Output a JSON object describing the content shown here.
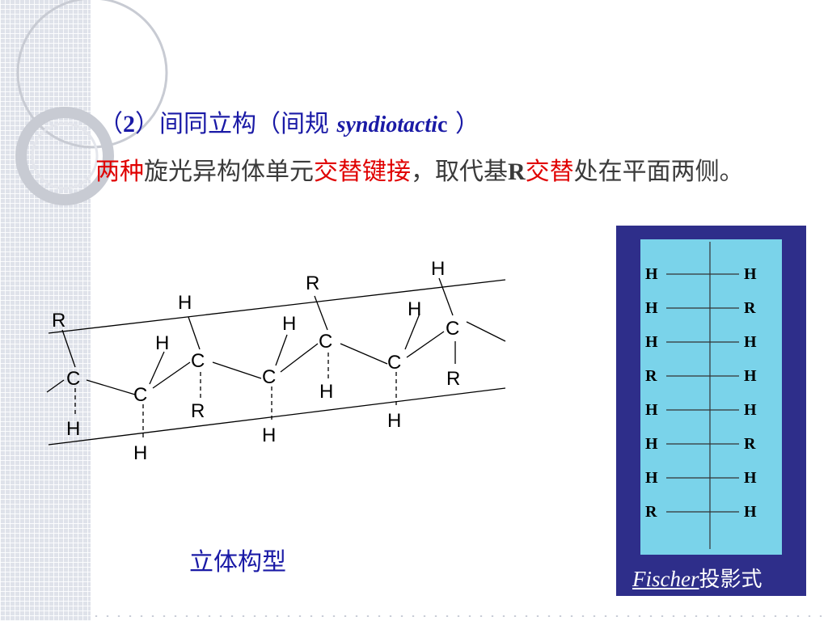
{
  "heading": {
    "prefix": "（",
    "number": "2",
    "title": "）间同立构（间规 ",
    "english_italic": "syndiotacti",
    "english_tail": "c",
    "suffix": " ）"
  },
  "description": {
    "p1_red": "两种",
    "p2": "旋光异构体单元",
    "p3_red": "交替键接",
    "p4": "，取代基",
    "p5_bold": "R",
    "p6_red": "交替",
    "p7": "处在平面两侧。"
  },
  "structure": {
    "atoms": [
      {
        "text": "R"
      },
      {
        "text": "C"
      },
      {
        "text": "H"
      },
      {
        "text": "H"
      },
      {
        "text": "C"
      },
      {
        "text": "H"
      },
      {
        "text": "H"
      },
      {
        "text": "C"
      },
      {
        "text": "R"
      },
      {
        "text": "H"
      },
      {
        "text": "C"
      },
      {
        "text": "H"
      },
      {
        "text": "R"
      },
      {
        "text": "C"
      },
      {
        "text": "H"
      },
      {
        "text": "H"
      },
      {
        "text": "C"
      },
      {
        "text": "H"
      },
      {
        "text": "H"
      },
      {
        "text": "C"
      },
      {
        "text": "R"
      }
    ]
  },
  "caption": "立体构型",
  "fischer": {
    "rows": [
      {
        "left": "H",
        "right": "H",
        "left_color": "#000000",
        "right_color": "#000000"
      },
      {
        "left": "H",
        "right": "R",
        "left_color": "#000000",
        "right_color": "#e00000"
      },
      {
        "left": "H",
        "right": "H",
        "left_color": "#000000",
        "right_color": "#000000"
      },
      {
        "left": "R",
        "right": "H",
        "left_color": "#e00000",
        "right_color": "#000000"
      },
      {
        "left": "H",
        "right": "H",
        "left_color": "#000000",
        "right_color": "#000000"
      },
      {
        "left": "H",
        "right": "R",
        "left_color": "#000000",
        "right_color": "#e00000"
      },
      {
        "left": "H",
        "right": "H",
        "left_color": "#000000",
        "right_color": "#000000"
      },
      {
        "left": "R",
        "right": "H",
        "left_color": "#e00000",
        "right_color": "#000000"
      }
    ],
    "label_italic": "Fischer",
    "label_rest": "投影式"
  },
  "colors": {
    "heading": "#1a1aa6",
    "highlight": "#e00000",
    "fischer_bg": "#2e2e8a",
    "fischer_panel": "#7ad3ea"
  }
}
